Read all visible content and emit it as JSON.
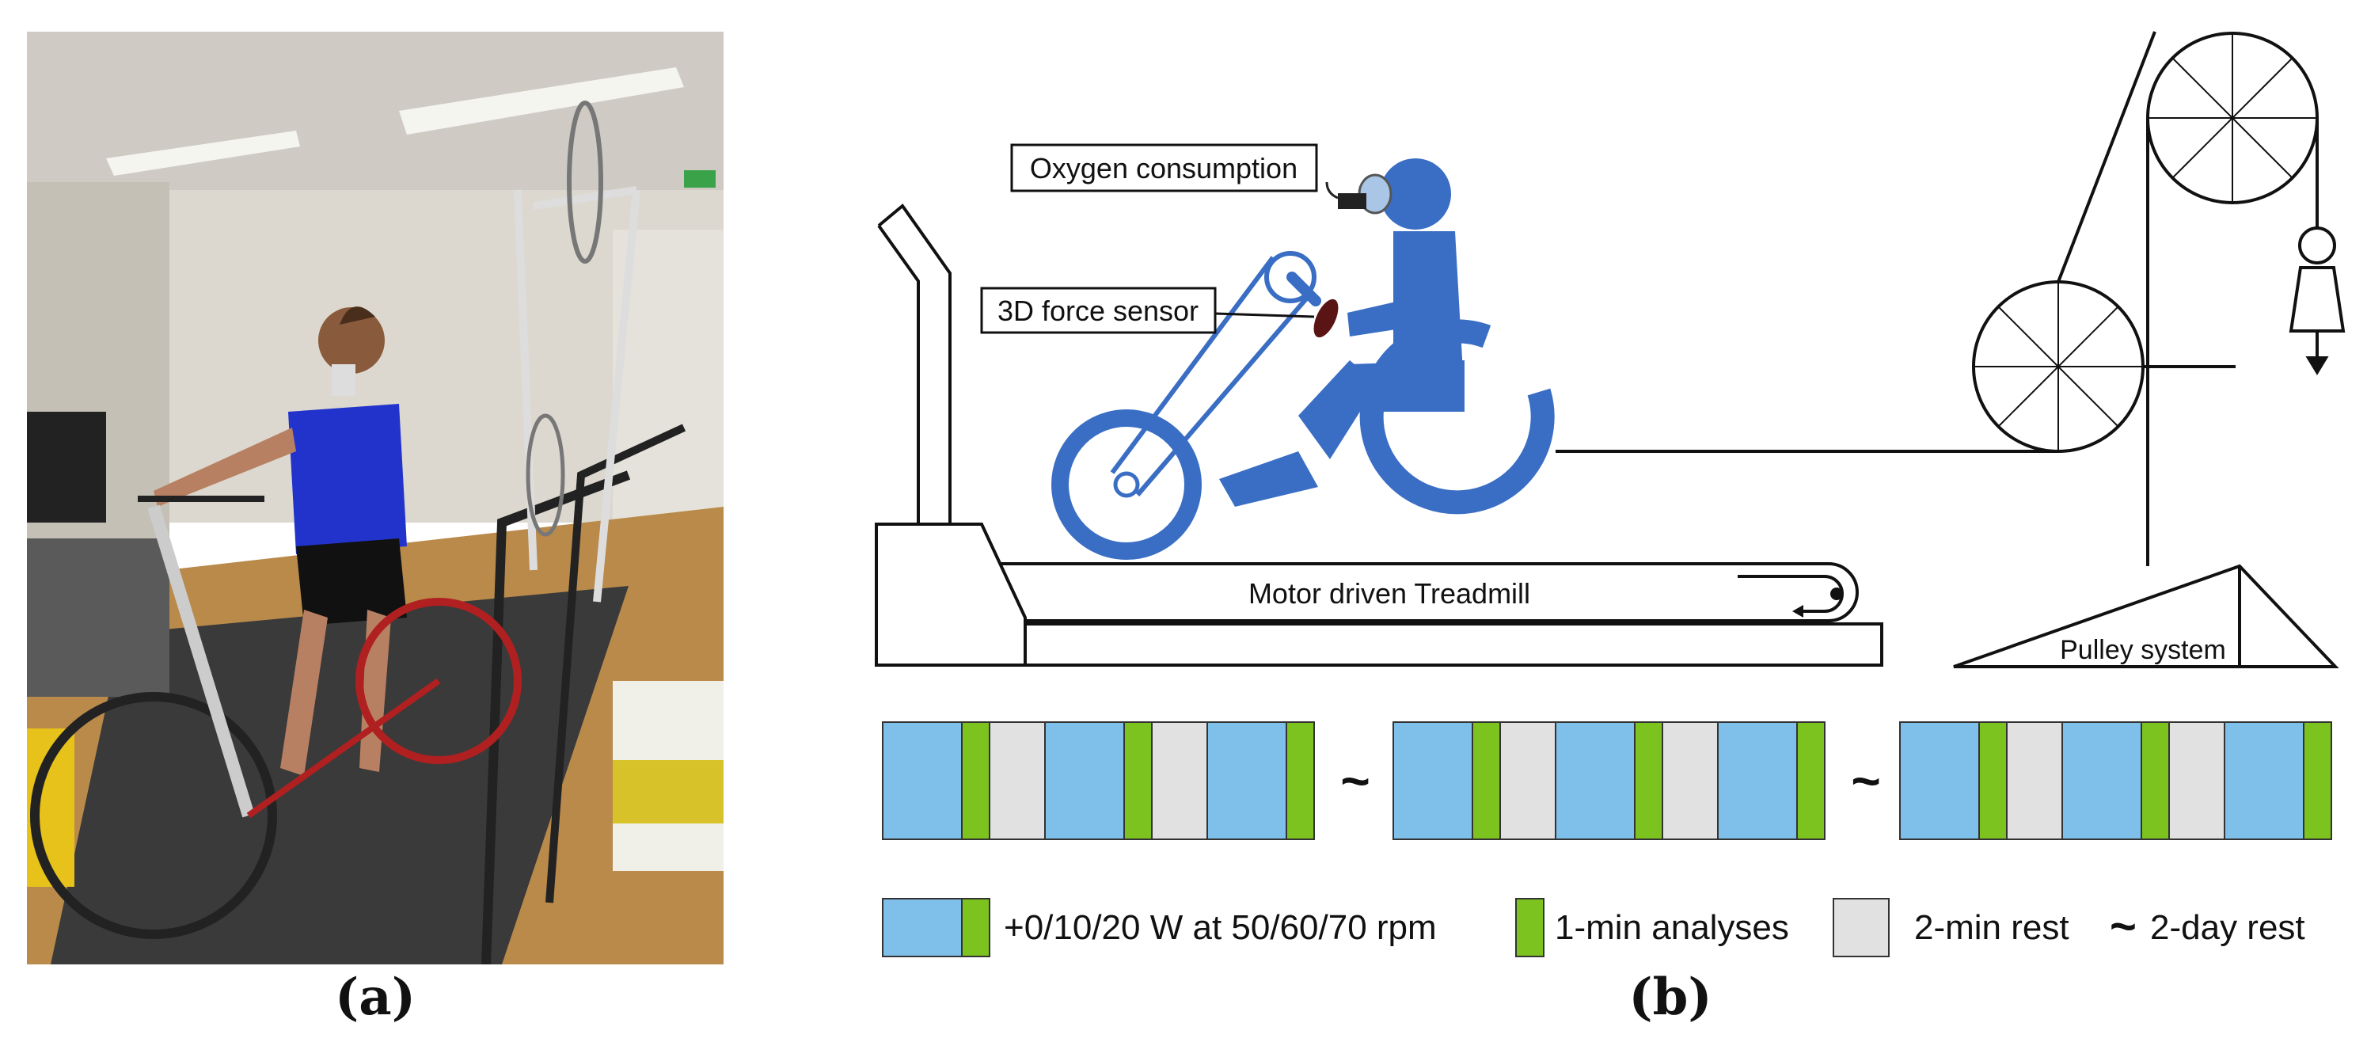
{
  "panels": {
    "a": {
      "label": "(a)"
    },
    "b": {
      "label": "(b)"
    }
  },
  "setup": {
    "oxygen_label": "Oxygen consumption",
    "force_label": "3D force sensor",
    "treadmill_label": "Motor driven Treadmill",
    "pulley_label": "Pulley system"
  },
  "protocol": {
    "blocks": [
      {
        "segments": [
          "exercise",
          "analysis",
          "rest",
          "exercise",
          "analysis",
          "rest",
          "exercise",
          "analysis"
        ]
      },
      {
        "segments": [
          "exercise",
          "analysis",
          "rest",
          "exercise",
          "analysis",
          "rest",
          "exercise",
          "analysis"
        ]
      },
      {
        "segments": [
          "exercise",
          "analysis",
          "rest",
          "exercise",
          "analysis",
          "rest",
          "exercise",
          "analysis"
        ]
      }
    ],
    "separator": "~"
  },
  "legend": {
    "exercise": "+0/10/20 W at 50/60/70 rpm",
    "analysis": "1-min analyses",
    "rest": "2-min rest",
    "day_rest_symbol": "~",
    "day_rest": "2-day rest"
  },
  "colors": {
    "exercise": "#7ec0ea",
    "analysis": "#7dc31f",
    "rest": "#e1e1e1",
    "figure": "#3a6ec4"
  },
  "icons": {
    "mask": "oxygen-mask-icon",
    "sensor": "force-sensor-icon",
    "weight": "weight-icon"
  }
}
